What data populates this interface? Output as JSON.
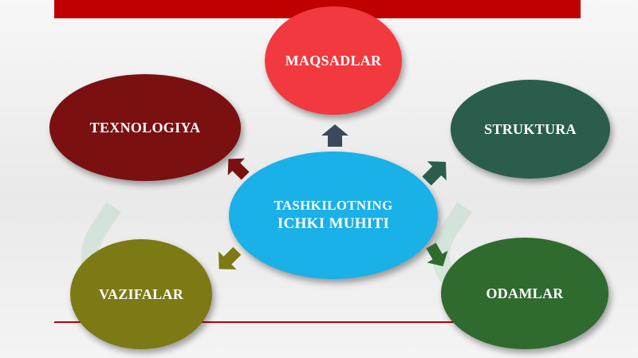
{
  "nodes": {
    "center": {
      "line1": "TASHKILOTNING",
      "line2": "ICHKI MUHITI",
      "color": "#1ab0e8"
    },
    "top": {
      "label": "MAQSADLAR",
      "color": "#f2393f"
    },
    "left_top": {
      "label": "TEXNOLOGIYA",
      "color": "#7a1010"
    },
    "right_top": {
      "label": "STRUKTURA",
      "color": "#2a5d4c"
    },
    "left_bottom": {
      "label": "VAZIFALAR",
      "color": "#7b7a14"
    },
    "right_bottom": {
      "label": "ODAMLAR",
      "color": "#2f6a2e"
    }
  },
  "colors": {
    "accent": "#c00000",
    "arrow_top": "#3a4a5a"
  }
}
